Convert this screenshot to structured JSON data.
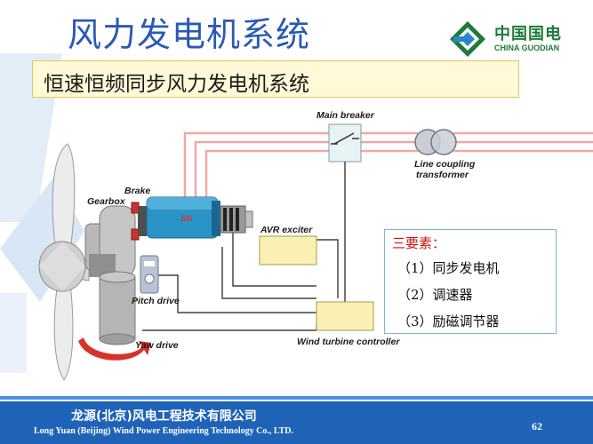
{
  "title": "风力发电机系统",
  "logo": {
    "name_cn": "中国国电",
    "name_en": "CHINA GUODIAN"
  },
  "subtitle": "恒速恒频同步风力发电机系统",
  "diagram": {
    "labels": {
      "main_breaker": "Main breaker",
      "line_coupling_1": "Line coupling",
      "line_coupling_2": "transformer",
      "brake": "Brake",
      "gearbox": "Gearbox",
      "sg": "SG",
      "avr_exciter": "AVR exciter",
      "pitch_drive": "Pitch drive",
      "yaw_drive": "Yaw drive",
      "wind_turbine_controller": "Wind turbine controller"
    },
    "colors": {
      "power_line": "#f2a7a2",
      "generator": "#2a93c8",
      "box_fill": "#fbf0b4",
      "gray_body": "#a9a9a9"
    }
  },
  "elements": {
    "title": "三要素：",
    "items": [
      "（1）同步发电机",
      "（2）调速器",
      "（3）励磁调节器"
    ]
  },
  "footer": {
    "company_cn": "龙源(北京)风电工程技术有限公司",
    "company_en": "Long Yuan (Beijing) Wind Power Engineering Technology Co., LTD.",
    "page": "62"
  }
}
